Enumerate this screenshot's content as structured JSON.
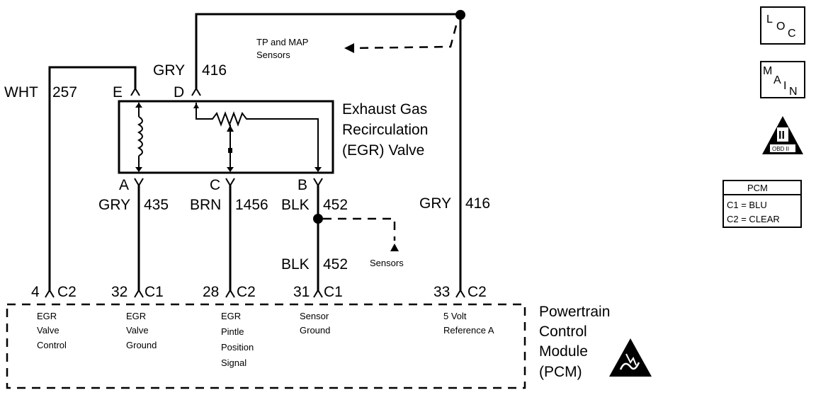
{
  "top": {
    "wire_d_color": "GRY",
    "wire_d_num": "416",
    "wire_e_color": "WHT",
    "wire_e_num": "257",
    "pin_e": "E",
    "pin_d": "D",
    "tp_map_line1": "TP and MAP",
    "tp_map_line2": "Sensors"
  },
  "egr_valve": {
    "line1": "Exhaust Gas",
    "line2": "Recirculation",
    "line3": "(EGR) Valve"
  },
  "bottom_pins": {
    "a": "A",
    "c": "C",
    "b": "B",
    "a_color": "GRY",
    "a_num": "435",
    "c_color": "BRN",
    "c_num": "1456",
    "b_color": "BLK",
    "b_num": "452",
    "right_color": "GRY",
    "right_num": "416",
    "splice_color": "BLK",
    "splice_num": "452",
    "sensors": "Sensors"
  },
  "pcm_pins": [
    {
      "pin": "4",
      "conn": "C2",
      "l1": "EGR",
      "l2": "Valve",
      "l3": "Control",
      "l4": ""
    },
    {
      "pin": "32",
      "conn": "C1",
      "l1": "EGR",
      "l2": "Valve",
      "l3": "Ground",
      "l4": ""
    },
    {
      "pin": "28",
      "conn": "C2",
      "l1": "EGR",
      "l2": "Pintle",
      "l3": "Position",
      "l4": "Signal"
    },
    {
      "pin": "31",
      "conn": "C1",
      "l1": "Sensor",
      "l2": "Ground",
      "l3": "",
      "l4": ""
    },
    {
      "pin": "33",
      "conn": "C2",
      "l1": "5 Volt",
      "l2": "Reference A",
      "l3": "",
      "l4": ""
    }
  ],
  "pcm": {
    "line1": "Powertrain",
    "line2": "Control",
    "line3": "Module",
    "line4": "(PCM)"
  },
  "icons": {
    "loc": {
      "a": "L",
      "b": "O",
      "c": "C"
    },
    "main": {
      "a": "M",
      "b": "A",
      "c": "I",
      "d": "N"
    },
    "obd": {
      "roman": "II",
      "label": "OBD II"
    }
  },
  "legend": {
    "title": "PCM",
    "row1": "C1 = BLU",
    "row2": "C2 = CLEAR"
  },
  "icon_names": [
    "loc-icon",
    "main-icon",
    "obd-ii-icon",
    "esd-warning-icon"
  ]
}
